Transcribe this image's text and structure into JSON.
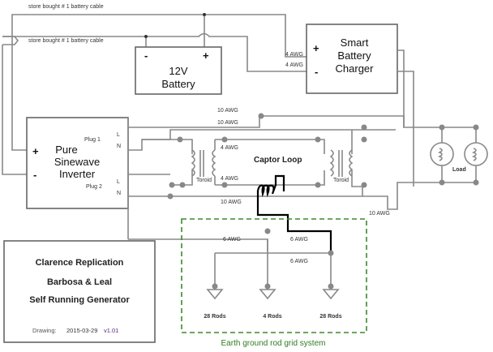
{
  "cables": {
    "top": "store bought # 1 battery cable",
    "second": "store bought # 1 battery cable"
  },
  "battery": {
    "minus": "-",
    "plus": "+",
    "line1": "12V",
    "line2": "Battery"
  },
  "charger": {
    "plus": "+",
    "minus": "-",
    "line1": "Smart",
    "line2": "Battery",
    "line3": "Charger",
    "wire1": "4 AWG",
    "wire2": "4 AWG"
  },
  "inverter": {
    "plus": "+",
    "minus": "-",
    "line1": "Pure",
    "line2": "Sinewave",
    "line3": "Inverter",
    "plug1": "Plug 1",
    "plug2": "Plug 2",
    "L": "L",
    "N": "N"
  },
  "wires": {
    "awg10_a": "10 AWG",
    "awg10_b": "10 AWG",
    "awg10_c": "10 AWG",
    "awg10_d": "10 AWG",
    "awg4_a": "4 AWG",
    "awg4_b": "4 AWG",
    "awg6_a": "6 AWG",
    "awg6_b": "6 AWG",
    "awg6_c": "6 AWG"
  },
  "captor": {
    "label": "Captor Loop",
    "toroid_left": "Toroid",
    "toroid_right": "Toroid"
  },
  "load": {
    "label": "Load"
  },
  "ground": {
    "title": "Earth ground rod grid system",
    "title_color": "#2e7d1e",
    "rods": [
      "28 Rods",
      "4 Rods",
      "28 Rods"
    ]
  },
  "titleblock": {
    "line1": "Clarence Replication",
    "line2": "Barbosa & Leal",
    "line3": "Self Running Generator",
    "drawing_label": "Drawing:",
    "date": "2015-03-29",
    "version": "v1.01"
  }
}
